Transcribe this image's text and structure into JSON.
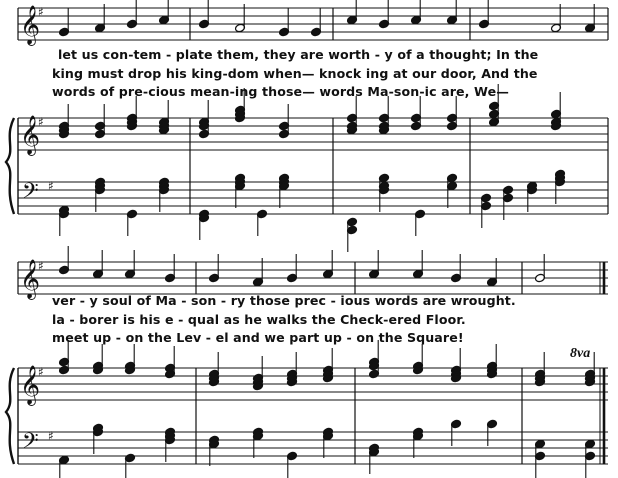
{
  "system1": {
    "lyrics": [
      "let  us  con-tem - plate them,  they are  worth - y  of  a  thought;  In  the",
      "king  must drop his  king-dom  when—   knock ing  at  our  door,   And  the",
      "words  of  pre-cious  mean-ing  those—   words  Ma-son-ic    are,     We—"
    ]
  },
  "system2": {
    "lyrics": [
      "ver - y   soul   of   Ma - son - ry   those   prec - ious words  are   wrought.",
      "la - borer is    his    e  -  qual  as   he   walks  the  Check-ered  Floor.",
      "meet up - on   the   Lev - el   and  we   part   up - on   the   Square!"
    ],
    "octava": "8va"
  },
  "colors": {
    "ink": "#111111",
    "paper": "#ffffff"
  }
}
